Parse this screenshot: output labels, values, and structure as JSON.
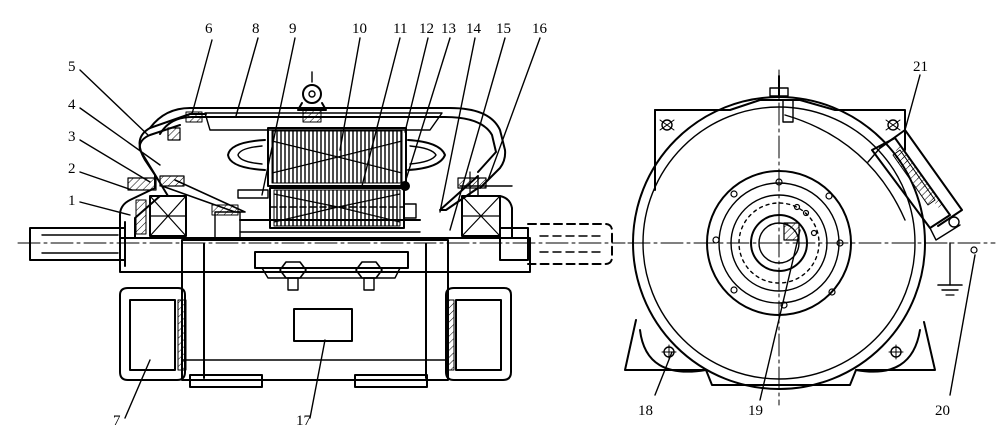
{
  "figure": {
    "line_color": "#000000",
    "background": "#ffffff"
  },
  "side_view": {
    "part_labels": [
      "1",
      "2",
      "3",
      "4",
      "5",
      "6",
      "7",
      "8",
      "9",
      "10",
      "11",
      "12",
      "13",
      "14",
      "15",
      "16",
      "17"
    ]
  },
  "end_view": {
    "part_labels": [
      "18",
      "19",
      "20",
      "21"
    ]
  },
  "labels": {
    "l1": "1",
    "l2": "2",
    "l3": "3",
    "l4": "4",
    "l5": "5",
    "l6": "6",
    "l7": "7",
    "l8": "8",
    "l9": "9",
    "l10": "10",
    "l11": "11",
    "l12": "12",
    "l13": "13",
    "l14": "14",
    "l15": "15",
    "l16": "16",
    "l17": "17",
    "l18": "18",
    "l19": "19",
    "l20": "20",
    "l21": "21"
  }
}
